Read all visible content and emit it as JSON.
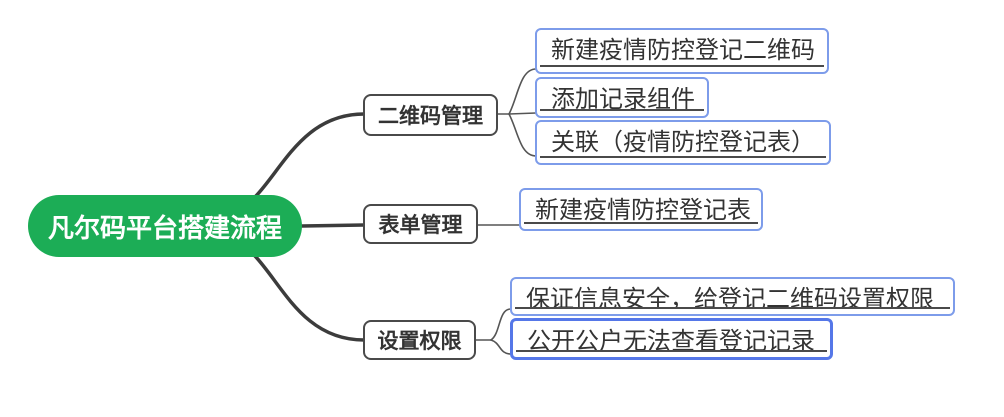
{
  "root": {
    "label": "凡尔码平台搭建流程"
  },
  "branches": [
    {
      "label": "二维码管理",
      "children": [
        {
          "label": "新建疫情防控登记二维码"
        },
        {
          "label": "添加记录组件"
        },
        {
          "label": "关联（疫情防控登记表）"
        }
      ]
    },
    {
      "label": "表单管理",
      "children": [
        {
          "label": "新建疫情防控登记表"
        }
      ]
    },
    {
      "label": "设置权限",
      "children": [
        {
          "label": "保证信息安全，给登记二维码设置权限"
        },
        {
          "label": "公开公户无法查看登记记录"
        }
      ]
    }
  ],
  "colors": {
    "root_bg": "#1CAD56",
    "root_text": "#FFFFFF",
    "branch_border": "#4A4A4A",
    "leaf_border": "#7D9CEA",
    "leaf_border_selected": "#5577E8",
    "connector_thick": "#3C3C3C",
    "connector_thin": "#555555",
    "underline": "#4A4A4A",
    "text": "#333333"
  }
}
